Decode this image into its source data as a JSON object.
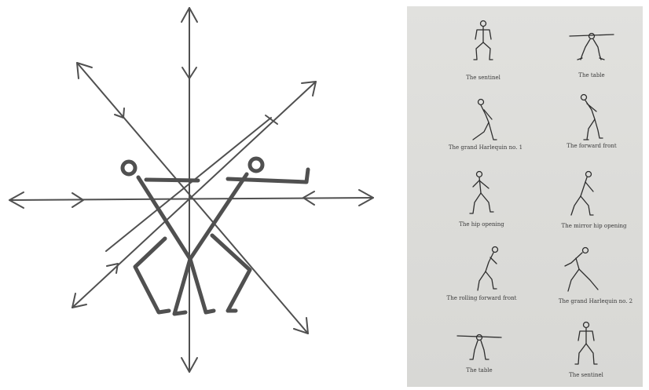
{
  "left_diagram": {
    "stroke_color": "#505050"
  },
  "poses": [
    {
      "caption": "The sentinel",
      "figure": "sentinel-figure-icon"
    },
    {
      "caption": "The table",
      "figure": "table-figure-icon"
    },
    {
      "caption": "The grand Harlequin no. 1",
      "figure": "grand-harlequin-1-figure-icon"
    },
    {
      "caption": "The forward front",
      "figure": "forward-front-figure-icon"
    },
    {
      "caption": "The hip opening",
      "figure": "hip-opening-figure-icon"
    },
    {
      "caption": "The mirror hip opening",
      "figure": "mirror-hip-opening-figure-icon"
    },
    {
      "caption": "The rolling forward front",
      "figure": "rolling-forward-front-figure-icon"
    },
    {
      "caption": "The grand Harlequin no. 2",
      "figure": "grand-harlequin-2-figure-icon"
    },
    {
      "caption": "The table",
      "figure": "table-figure-icon"
    },
    {
      "caption": "The sentinel",
      "figure": "sentinel-figure-icon"
    }
  ]
}
